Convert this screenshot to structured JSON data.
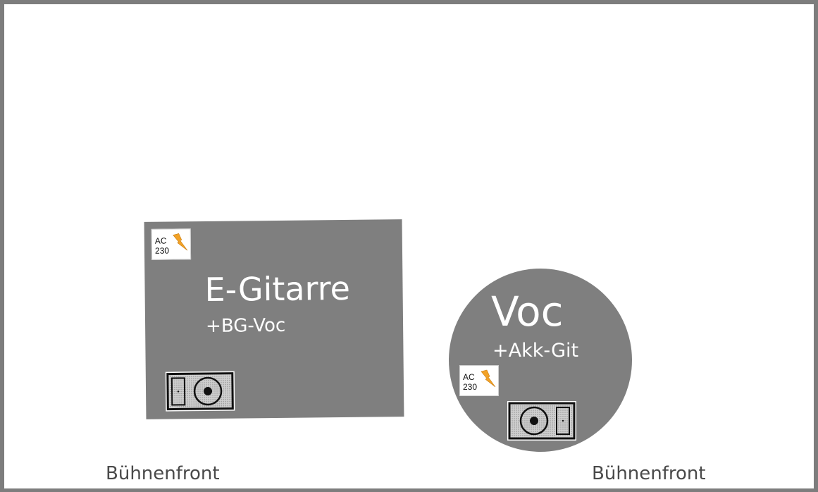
{
  "stage_plot": {
    "guitar_block": {
      "title": "E-Gitarre",
      "subtitle": "+BG-Voc",
      "power": {
        "label": "AC",
        "voltage": "230"
      },
      "amp_icon": "guitar-amp-icon"
    },
    "vocal_block": {
      "title": "Voc",
      "subtitle": "+Akk-Git",
      "power": {
        "label": "AC",
        "voltage": "230"
      },
      "amp_icon": "monitor-speaker-icon"
    },
    "front_labels": [
      "Bühnenfront",
      "Bühnenfront"
    ]
  },
  "colors": {
    "border": "#7d7d7d",
    "block_fill": "#7f7f7f",
    "lightning": "#f2a227",
    "text_on_block": "#ffffff"
  }
}
